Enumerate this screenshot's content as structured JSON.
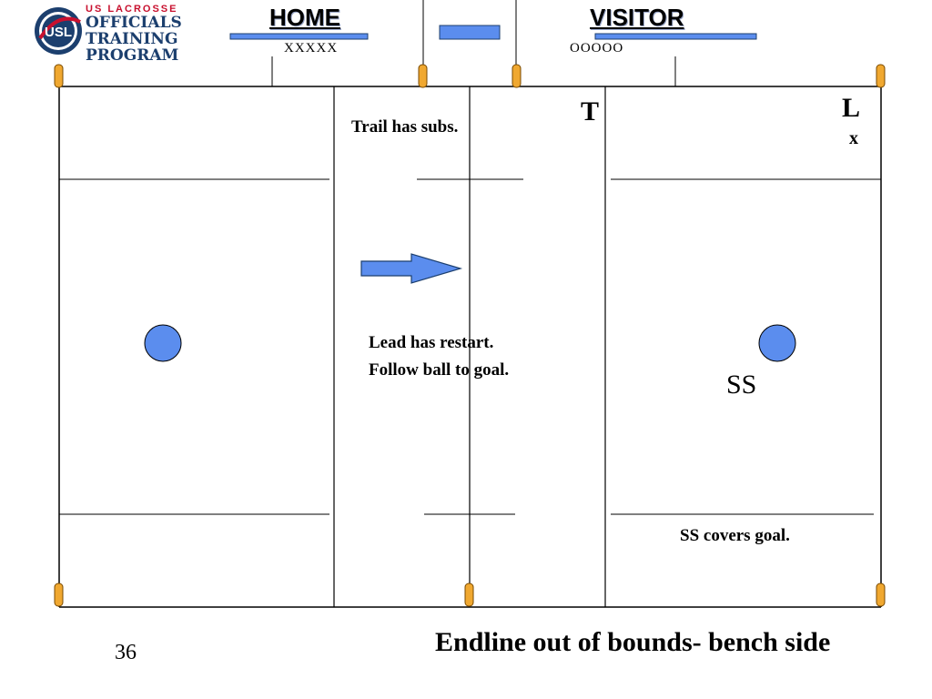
{
  "logo": {
    "line1": "US LACROSSE",
    "line2": "OFFICIALS",
    "line3": "TRAINING",
    "line4": "PROGRAM",
    "badge_text": "USL",
    "colors": {
      "navy": "#1c3f6e",
      "red": "#c8102e"
    }
  },
  "header": {
    "home_label": "HOME",
    "visitor_label": "VISITOR",
    "home_bench": "XXXXX",
    "visitor_bench": "OOOOO"
  },
  "field": {
    "colors": {
      "line": "#000000",
      "player": "#5b8dee",
      "arrow": "#5b8dee",
      "cone": "#f0a830"
    }
  },
  "officials": {
    "trail": "T",
    "lead": "L",
    "lead_marker": "x",
    "single_side": "SS"
  },
  "notes": {
    "trail_subs": "Trail has subs.",
    "lead_restart_1": "Lead has restart.",
    "lead_restart_2": "Follow ball to goal.",
    "ss_covers": "SS covers goal."
  },
  "footer": {
    "slide_number": "36",
    "title": "Endline out of bounds- bench side"
  }
}
